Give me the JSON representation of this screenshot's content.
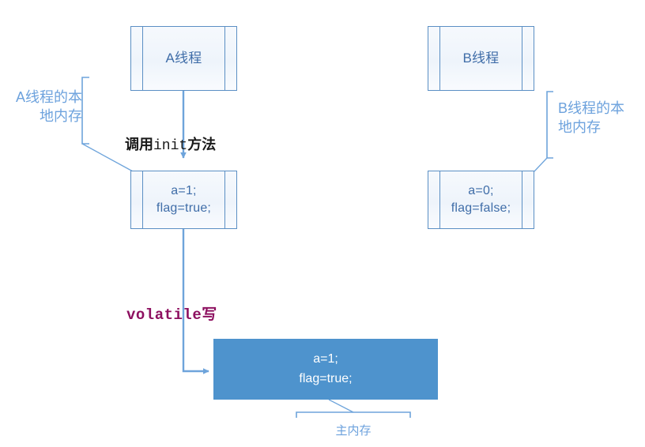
{
  "diagram": {
    "title": "Java volatile write memory model diagram",
    "colors": {
      "box_stroke": "#5b8fc4",
      "box_text": "#3f6da8",
      "annotation": "#6da2dd",
      "main_memory_fill": "#4e93cd",
      "main_memory_text": "#ffffff",
      "volatile_text": "#8d1060",
      "caption_text": "#1a1a1a",
      "arrow": "#6ea4db"
    },
    "threads": [
      {
        "id": "thread-a",
        "title": "A线程",
        "local_memory_label": "A线程的本\n地内存",
        "local_memory_values": "a=1;\nflag=true;"
      },
      {
        "id": "thread-b",
        "title": "B线程",
        "local_memory_label": "B线程的本\n地内存",
        "local_memory_values": "a=0;\nflag=false;"
      }
    ],
    "call_arrow_label_prefix": "调用",
    "call_arrow_label_mono": "init",
    "call_arrow_label_suffix": "方法",
    "volatile_label_mono": "volatile",
    "volatile_label_suffix": "写",
    "main_memory": {
      "values": "a=1;\nflag=true;",
      "caption": "主内存"
    }
  }
}
